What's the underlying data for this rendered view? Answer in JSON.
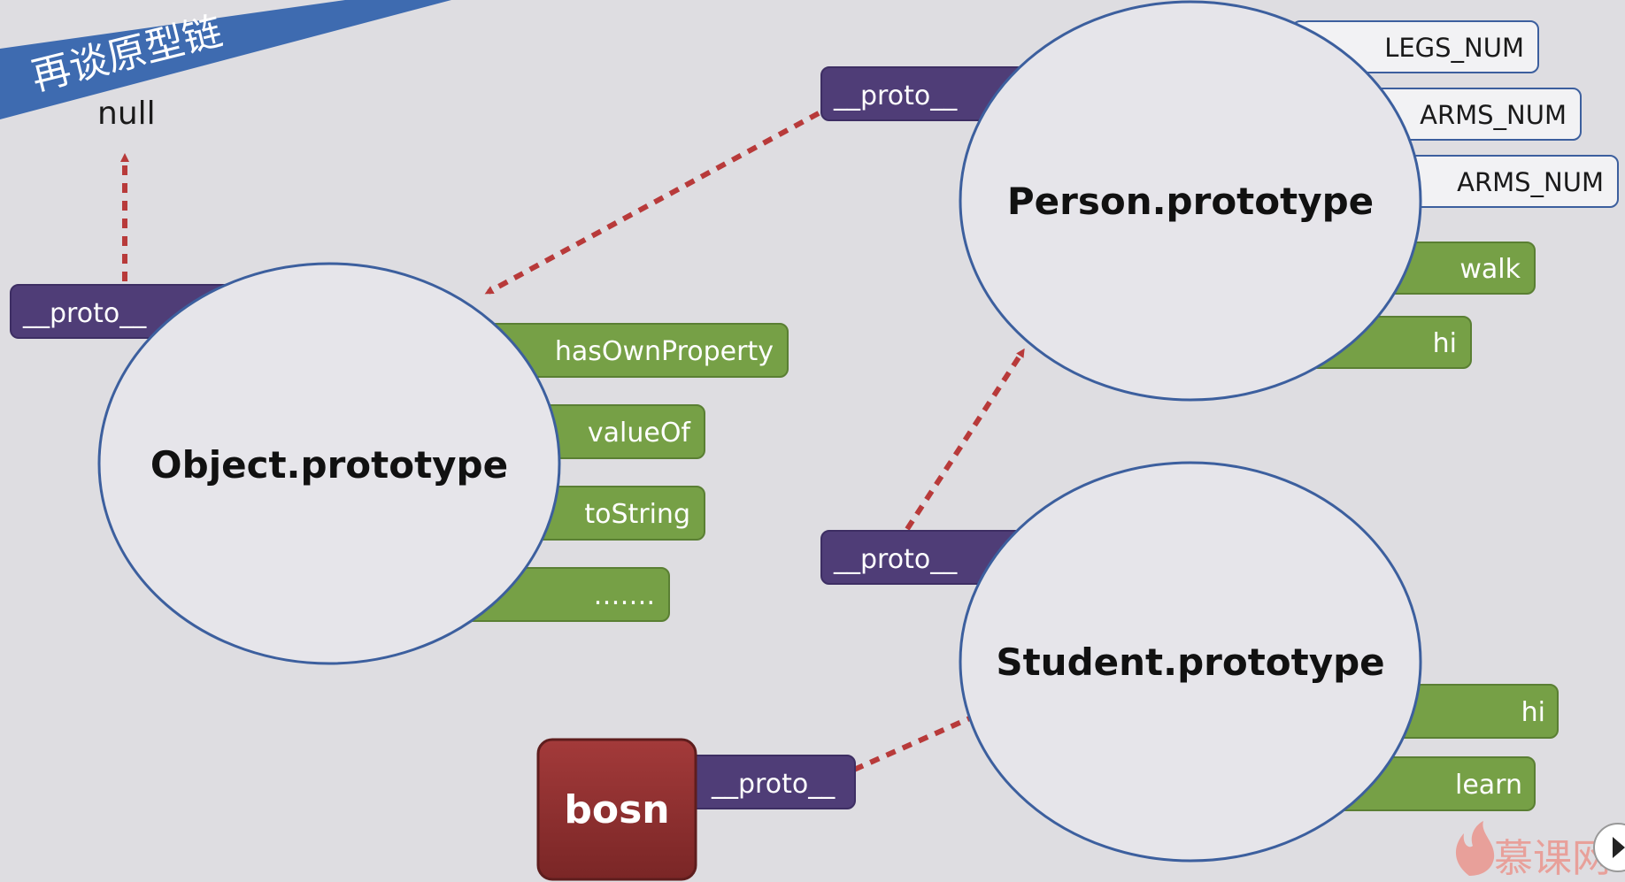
{
  "title": "再谈原型链",
  "null_label": "null",
  "prototypes": {
    "object": {
      "title": "Object.prototype",
      "proto_label": "__proto__",
      "properties": [
        "hasOwnProperty",
        "valueOf",
        "toString",
        "……."
      ]
    },
    "person": {
      "title": "Person.prototype",
      "proto_label": "__proto__",
      "constants": [
        "LEGS_NUM",
        "ARMS_NUM",
        "ARMS_NUM"
      ],
      "methods": [
        "walk",
        "hi"
      ]
    },
    "student": {
      "title": "Student.prototype",
      "proto_label": "__proto__",
      "methods": [
        "hi",
        "learn"
      ]
    }
  },
  "instance": {
    "name": "bosn",
    "proto_label": "__proto__"
  },
  "logo_text": "慕课网",
  "colors": {
    "background": "#dedde1",
    "ribbon": "#3e6bb0",
    "circle_fill": "#e6e5ea",
    "circle_stroke": "#3c5f9e",
    "proto_tag": "#4f3d77",
    "method_tag": "#76a046",
    "constant_tag": "#f2f2f4",
    "arrow": "#b83a3a",
    "instance": "#8c2f2f"
  }
}
